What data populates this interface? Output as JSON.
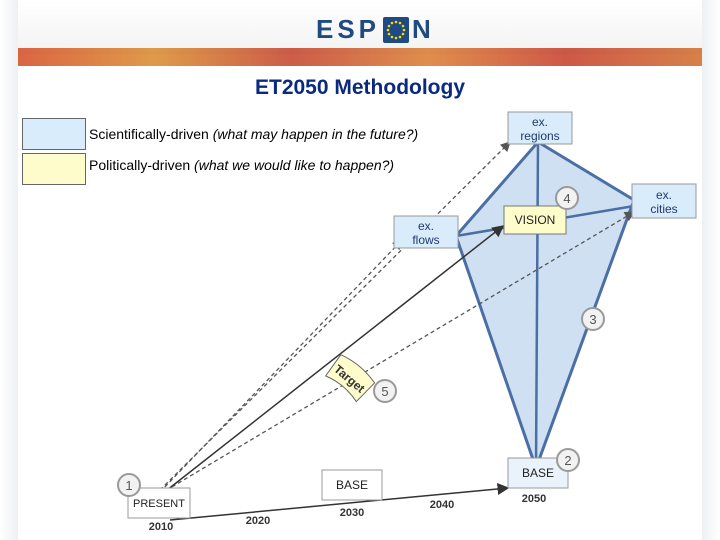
{
  "header": {
    "logo_text": "ESPON"
  },
  "title": "ET2050 Methodology",
  "legend": [
    {
      "main": "Scientifically-driven",
      "note": "(what may happen in the future?)",
      "color": "#d9ecfb"
    },
    {
      "main": "Politically-driven",
      "note": "(what we would like to happen?)",
      "color": "#fffccc"
    }
  ],
  "nodes": {
    "present": "PRESENT",
    "base_mid": "BASE",
    "base_end": "BASE",
    "vision": "VISION",
    "ex_flows": [
      "ex.",
      "flows"
    ],
    "ex_regions": [
      "ex.",
      "regions"
    ],
    "ex_cities": [
      "ex.",
      "cities"
    ],
    "target": "Target"
  },
  "years": [
    "2010",
    "2020",
    "2030",
    "2040",
    "2050"
  ],
  "steps": [
    "1",
    "2",
    "3",
    "4",
    "5"
  ],
  "colors": {
    "accent": "#1f4a82",
    "diamond": "#cfe0f2",
    "edge": "#4a6fa5",
    "target": "#fffccc"
  }
}
